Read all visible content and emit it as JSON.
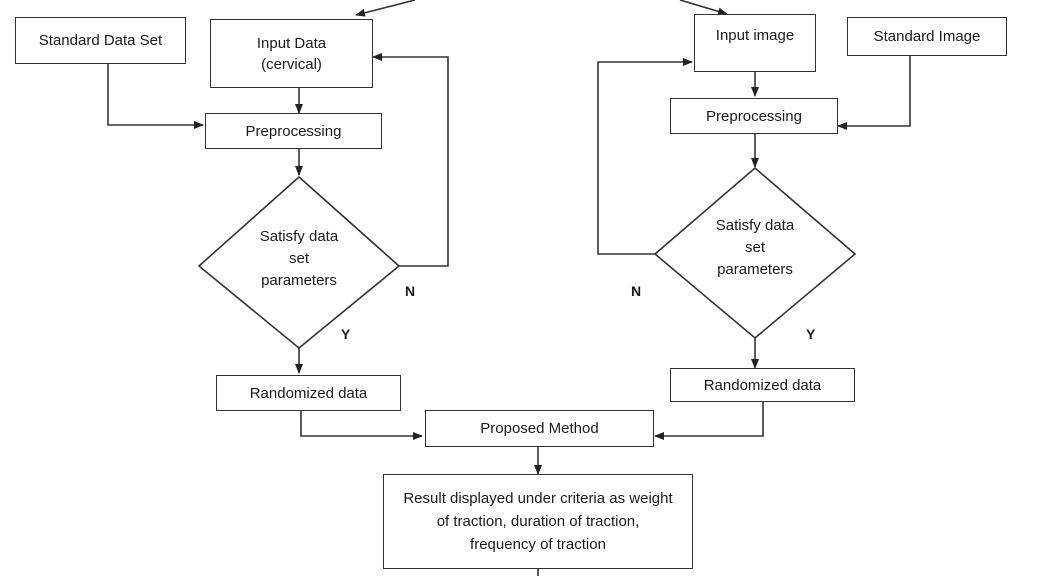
{
  "nodes": {
    "standard_data_set": "Standard Data Set",
    "input_data": "Input Data\n(cervical)",
    "preprocessing_left": "Preprocessing",
    "decision_left": "Satisfy data\nset\nparameters",
    "randomized_left": "Randomized data",
    "input_image": "Input image",
    "standard_image": "Standard Image",
    "preprocessing_right": "Preprocessing",
    "decision_right": "Satisfy data\nset\nparameters",
    "randomized_right": "Randomized data",
    "proposed_method": "Proposed Method",
    "result": "Result displayed under criteria as weight of traction, duration of traction, frequency of traction"
  },
  "edge_labels": {
    "left_no": "N",
    "left_yes": "Y",
    "right_no": "N",
    "right_yes": "Y"
  }
}
